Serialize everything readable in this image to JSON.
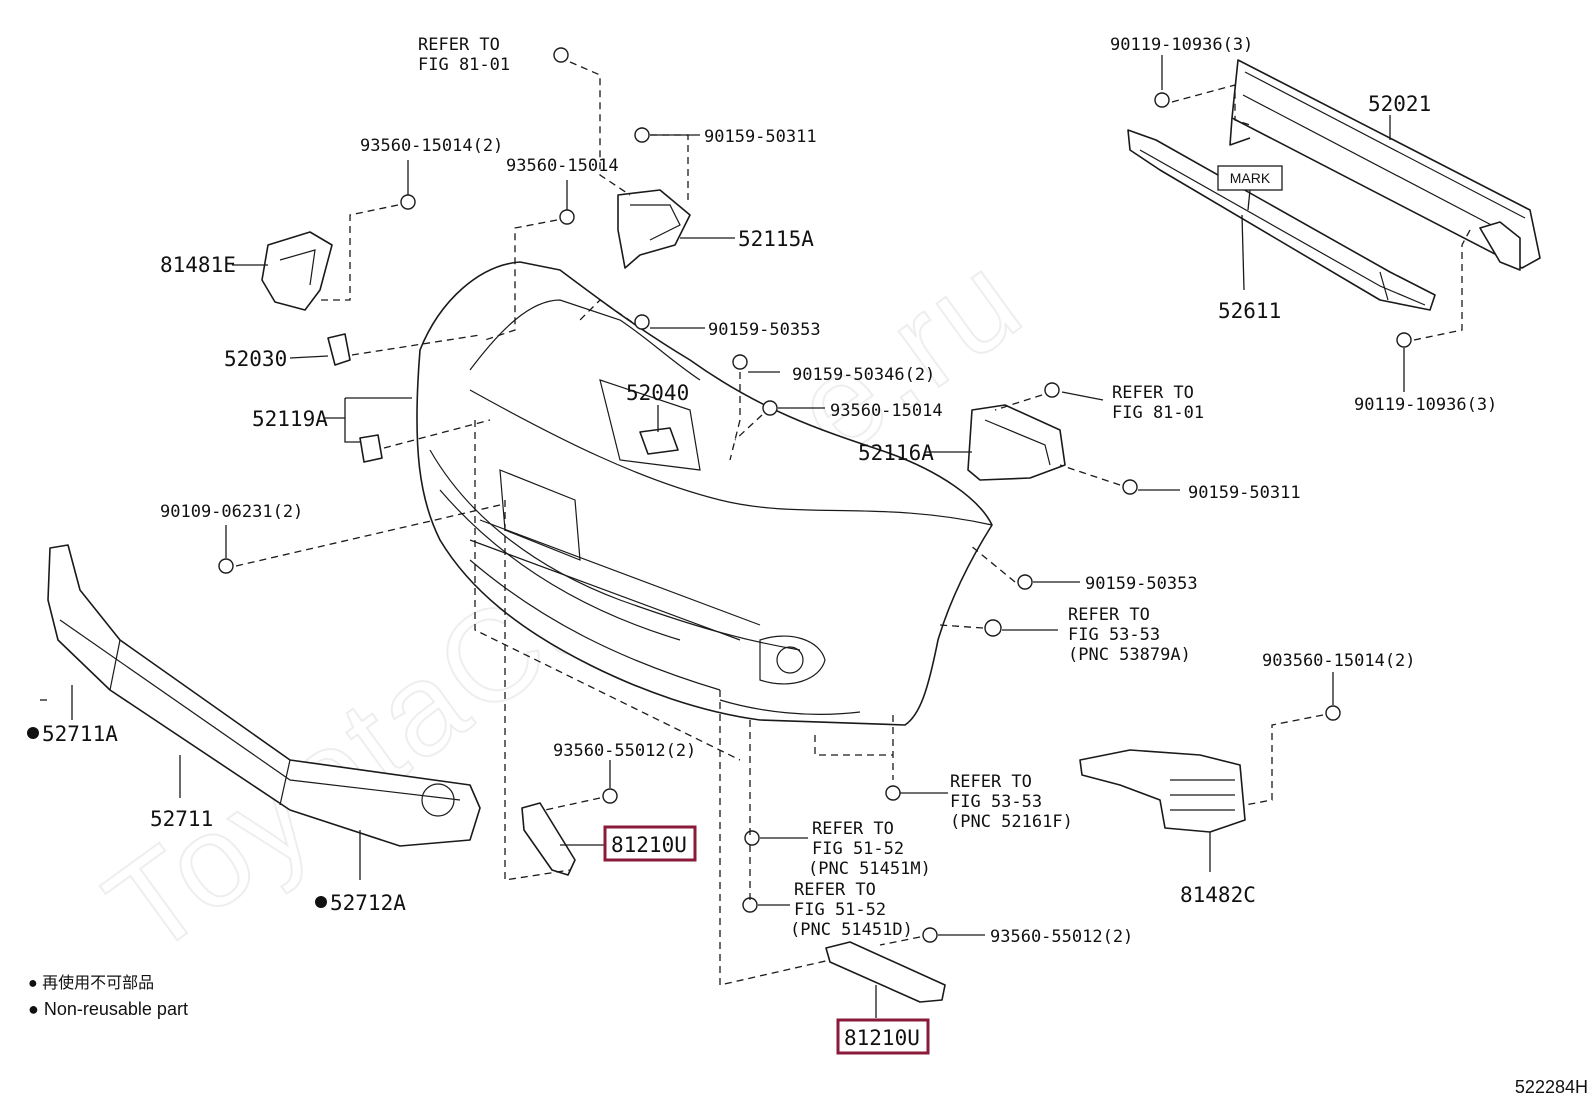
{
  "watermark": "ToyotaCarMine.ru",
  "diagram_id": "522284H",
  "mark_label": "MARK",
  "parts": {
    "p52021": "52021",
    "p52611": "52611",
    "p90119_top": "90119-10936(3)",
    "p90119_bottom": "90119-10936(3)",
    "ref_81_01_top_line1": "REFER TO",
    "ref_81_01_top_line2": "FIG 81-01",
    "ref_81_01_right_line1": "REFER TO",
    "ref_81_01_right_line2": "FIG 81-01",
    "p90159_50311_top": "90159-50311",
    "p93560_15014_2": "93560-15014(2)",
    "p93560_15014_mid": "93560-15014",
    "p52115A": "52115A",
    "p81481E": "81481E",
    "p90159_50353_top": "90159-50353",
    "p52030": "52030",
    "p90159_50346": "90159-50346(2)",
    "p52040": "52040",
    "p93560_15014_right": "93560-15014",
    "p52119A": "52119A",
    "p52116A": "52116A",
    "p90159_50311_right": "90159-50311",
    "p90109_06231": "90109-06231(2)",
    "p90159_50353_right": "90159-50353",
    "ref_53_53_a_line1": "REFER TO",
    "ref_53_53_a_line2": "FIG 53-53",
    "ref_53_53_a_line3": "(PNC 53879A)",
    "p903560_15014": "903560-15014(2)",
    "p52711A": "52711A",
    "p52711": "52711",
    "p93560_55012_left": "93560-55012(2)",
    "p81210U_left": "81210U",
    "p52712A": "52712A",
    "ref_53_53_b_line1": "REFER TO",
    "ref_53_53_b_line2": "FIG 53-53",
    "ref_53_53_b_line3": "(PNC 52161F)",
    "ref_51_52_a_line1": "REFER TO",
    "ref_51_52_a_line2": "FIG 51-52",
    "ref_51_52_a_line3": "(PNC 51451M)",
    "ref_51_52_b_line1": "REFER TO",
    "ref_51_52_b_line2": "FIG 51-52",
    "ref_51_52_b_line3": "(PNC 51451D)",
    "p81482C": "81482C",
    "p93560_55012_right": "93560-55012(2)",
    "p81210U_bottom": "81210U"
  },
  "legend": {
    "line_ja": "● 再使用不可部品",
    "line_en": "● Non-reusable part"
  },
  "colors": {
    "highlight": "#8b1a3a",
    "line": "#1a1a1a",
    "background": "#ffffff",
    "watermark": "#eeeeee"
  }
}
